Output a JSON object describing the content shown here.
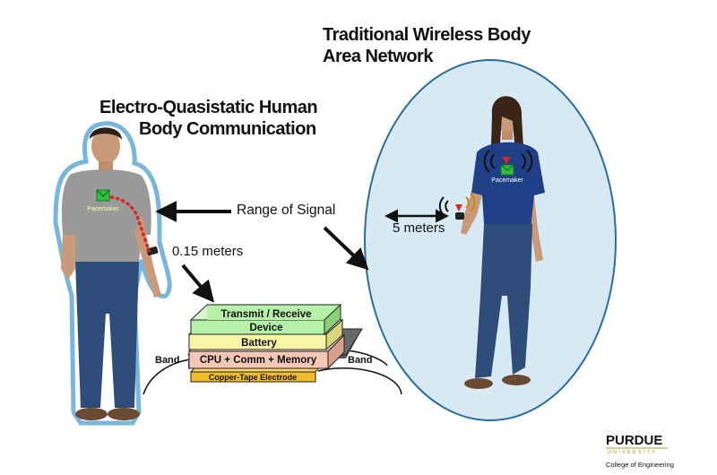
{
  "left_title_line1": "Electro-Quasistatic Human",
  "left_title_line2": "Body Communication",
  "right_title_line1": "Traditional Wireless Body",
  "right_title_line2": "Area Network",
  "range_label": "Range of Signal",
  "left_distance": "0.15 meters",
  "right_distance": "5 meters",
  "pacemaker_label": "Pacemaker",
  "device": {
    "transmit_line1": "Transmit / Receive",
    "transmit_line2": "Device",
    "battery": "Battery",
    "cpu": "CPU + Comm  + Memory",
    "electrode": "Copper-Tape Electrode",
    "band_left": "Band",
    "band_right": "Band"
  },
  "logo": {
    "name": "PURDUE",
    "subtitle": "UNIVERSITY",
    "college": "College of Engineering"
  },
  "colors": {
    "oval_fill": "#d7e9f3",
    "oval_stroke": "#2b6e9a",
    "transmit_layer": "#b7f0a8",
    "battery_layer": "#f8f6a6",
    "cpu_layer": "#f4c7b6",
    "electrode_layer": "#f2bd2c",
    "signal_dots": "#d8281f"
  }
}
